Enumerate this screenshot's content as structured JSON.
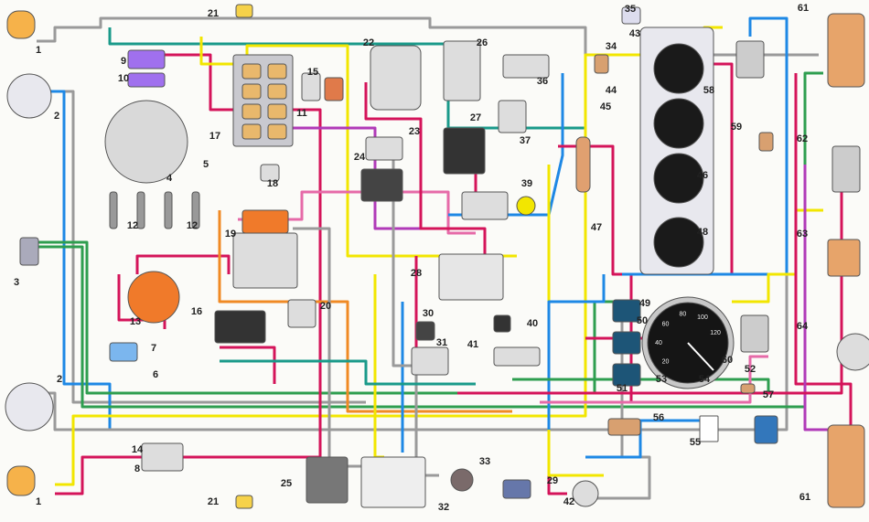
{
  "diagram": {
    "callouts": [
      "1",
      "1",
      "2",
      "2",
      "3",
      "4",
      "5",
      "6",
      "7",
      "8",
      "9",
      "10",
      "11",
      "12",
      "12",
      "13",
      "14",
      "15",
      "16",
      "17",
      "18",
      "19",
      "20",
      "21",
      "21",
      "22",
      "23",
      "24",
      "25",
      "26",
      "27",
      "28",
      "29",
      "30",
      "31",
      "32",
      "33",
      "34",
      "35",
      "36",
      "37",
      "39",
      "40",
      "41",
      "42",
      "43",
      "44",
      "45",
      "46",
      "47",
      "48",
      "49",
      "50",
      "51",
      "52",
      "53",
      "54",
      "55",
      "56",
      "57",
      "58",
      "59",
      "60",
      "61",
      "61",
      "62",
      "63",
      "64"
    ],
    "speedometer_scale": [
      "20",
      "40",
      "60",
      "80",
      "100",
      "120"
    ],
    "wire_colors": {
      "gray": "#9a9a9a",
      "yellow": "#f2e600",
      "red": "#d4145a",
      "blue": "#1e88e5",
      "green": "#2e9e4f",
      "teal": "#1a9a8a",
      "orange": "#f08a24",
      "purple": "#b03ab8",
      "pink": "#e66aa8"
    }
  }
}
